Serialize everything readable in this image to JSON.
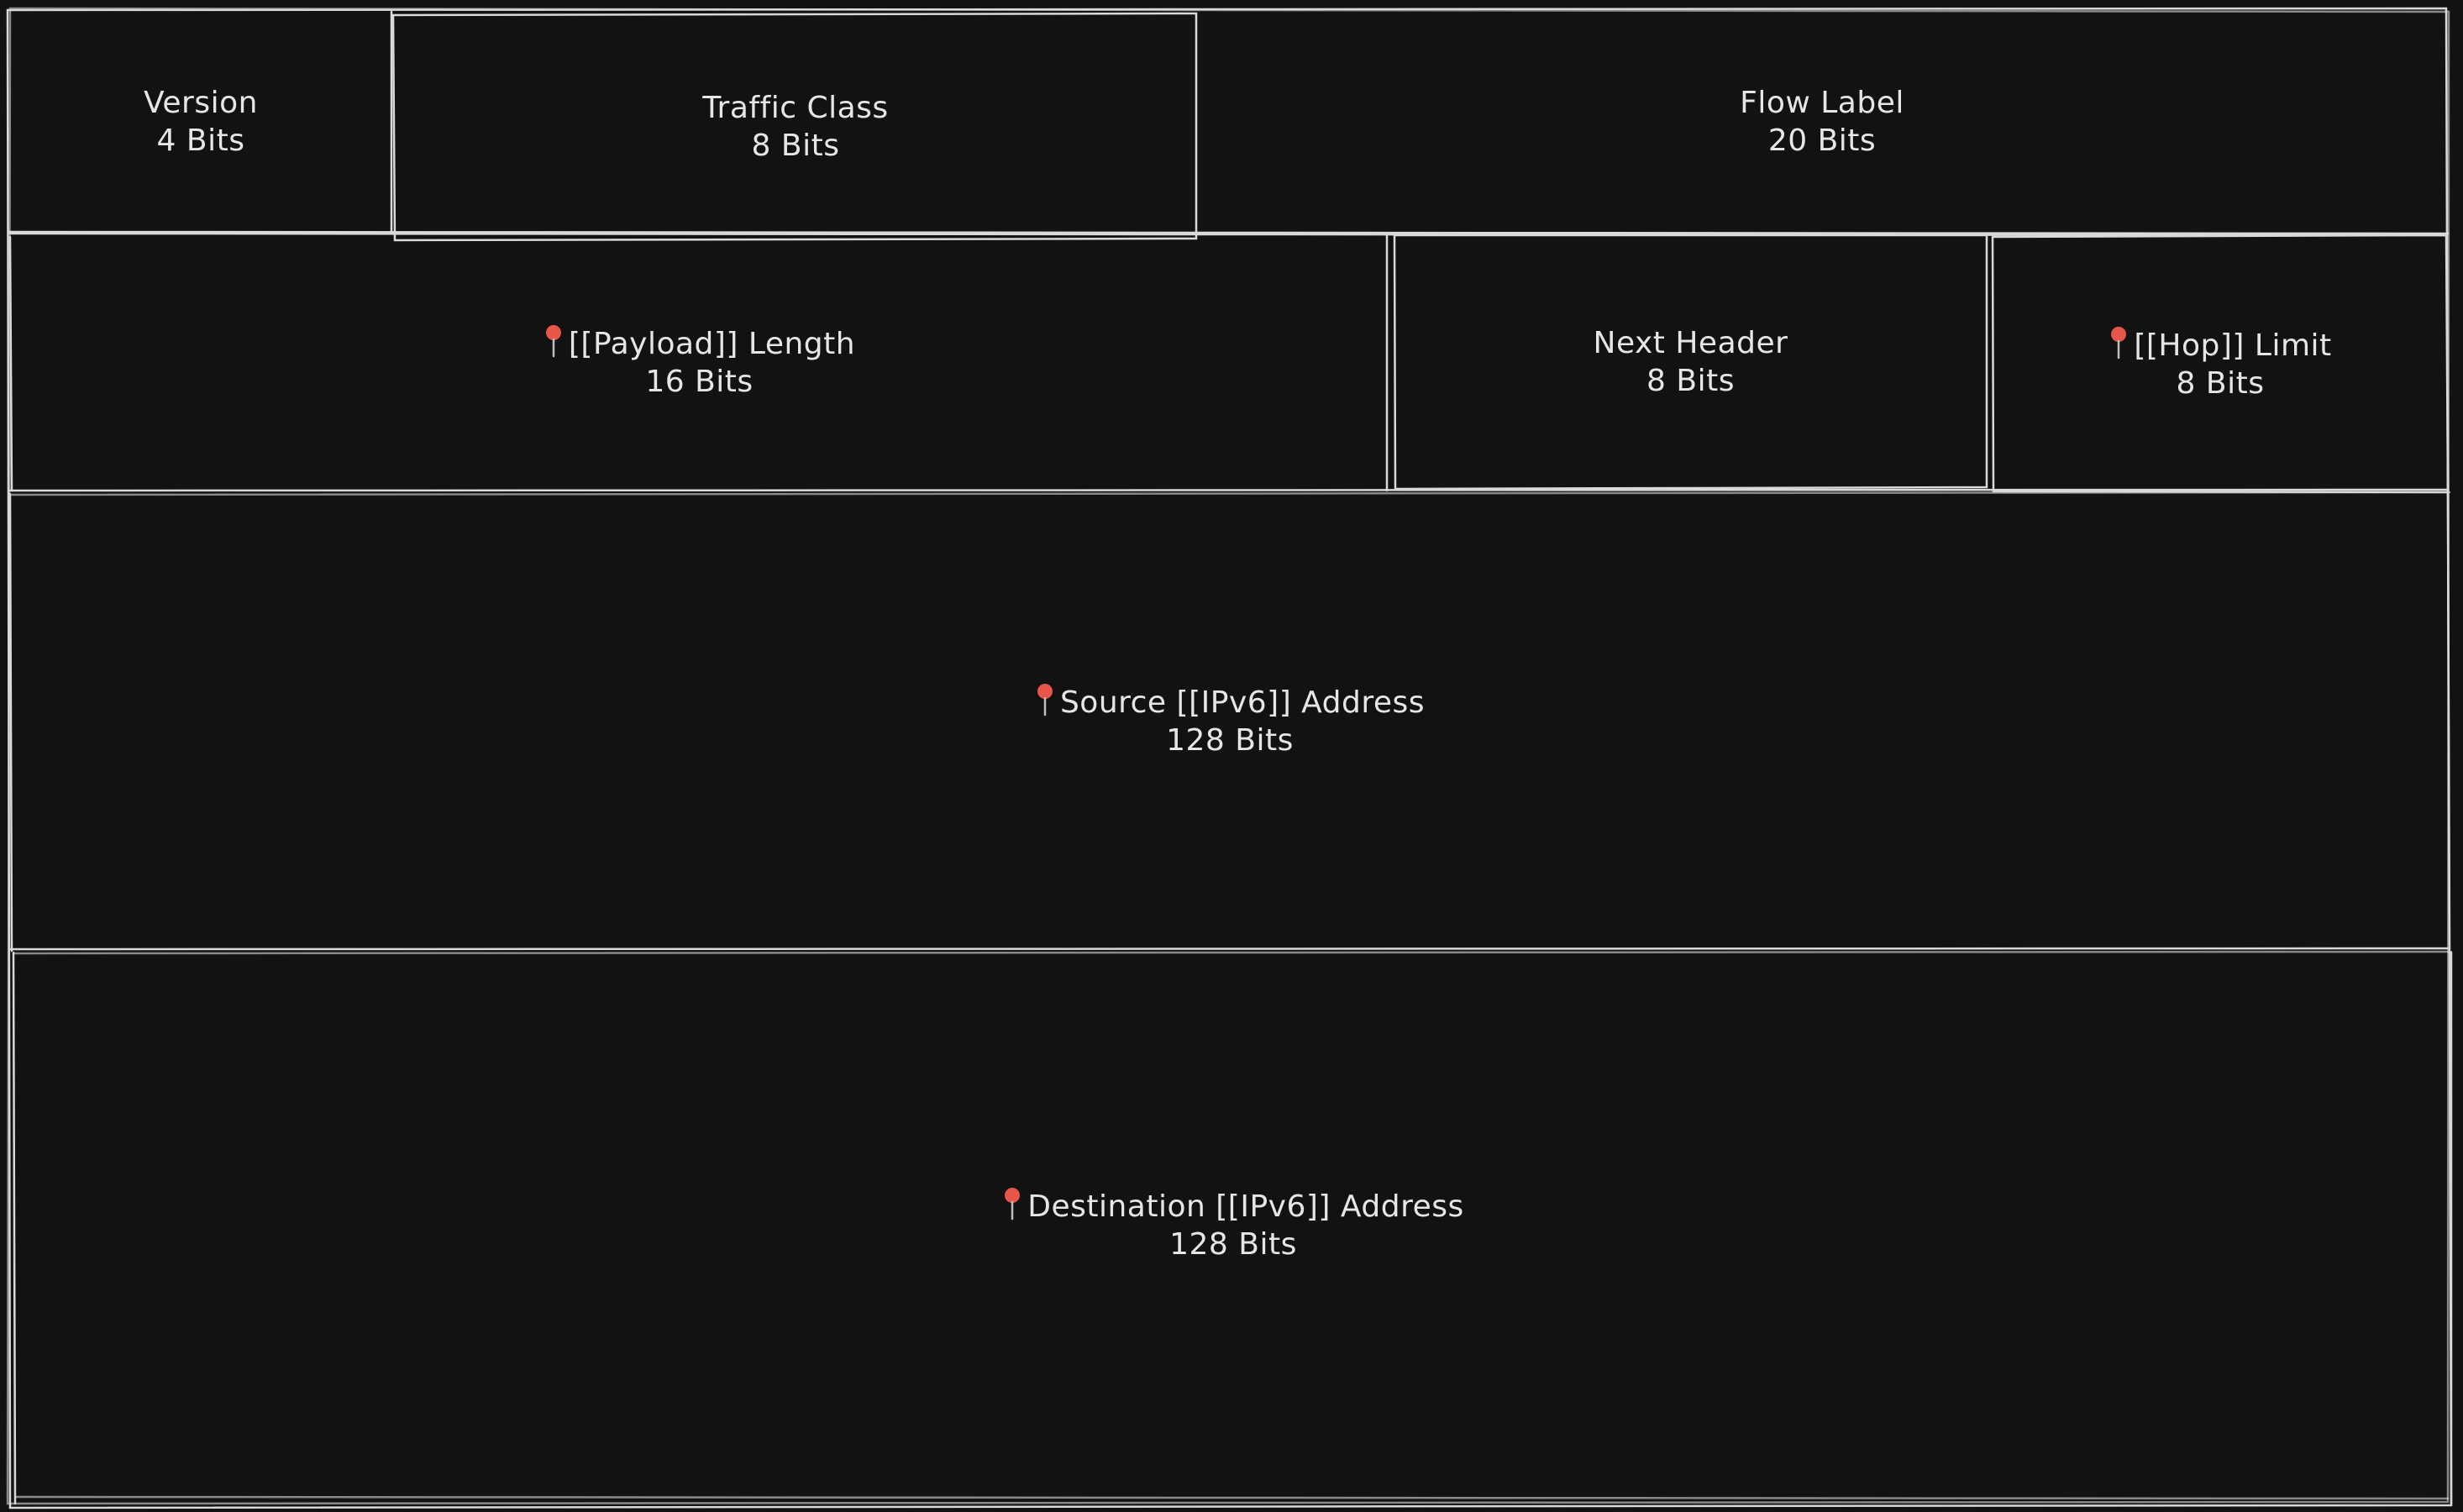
{
  "colors": {
    "background": "#121212",
    "stroke": "#d9d9d9",
    "text": "#e6e6e6",
    "pin": "#e8564a"
  },
  "fields": {
    "version": {
      "name": "Version",
      "bits": "4 Bits"
    },
    "traffic_class": {
      "name": "Traffic Class",
      "bits": "8 Bits"
    },
    "flow_label": {
      "name": "Flow Label",
      "bits": "20 Bits"
    },
    "payload_length": {
      "name": "[[Payload]] Length",
      "bits": "16 Bits",
      "icon": "pushpin-icon"
    },
    "next_header": {
      "name": "Next Header",
      "bits": "8 Bits"
    },
    "hop_limit": {
      "name": "[[Hop]] Limit",
      "bits": "8 Bits",
      "icon": "pushpin-icon"
    },
    "source_address": {
      "name": "Source [[IPv6]] Address",
      "bits": "128 Bits",
      "icon": "pushpin-icon"
    },
    "destination_address": {
      "name": "Destination [[IPv6]] Address",
      "bits": "128 Bits",
      "icon": "pushpin-icon"
    }
  }
}
